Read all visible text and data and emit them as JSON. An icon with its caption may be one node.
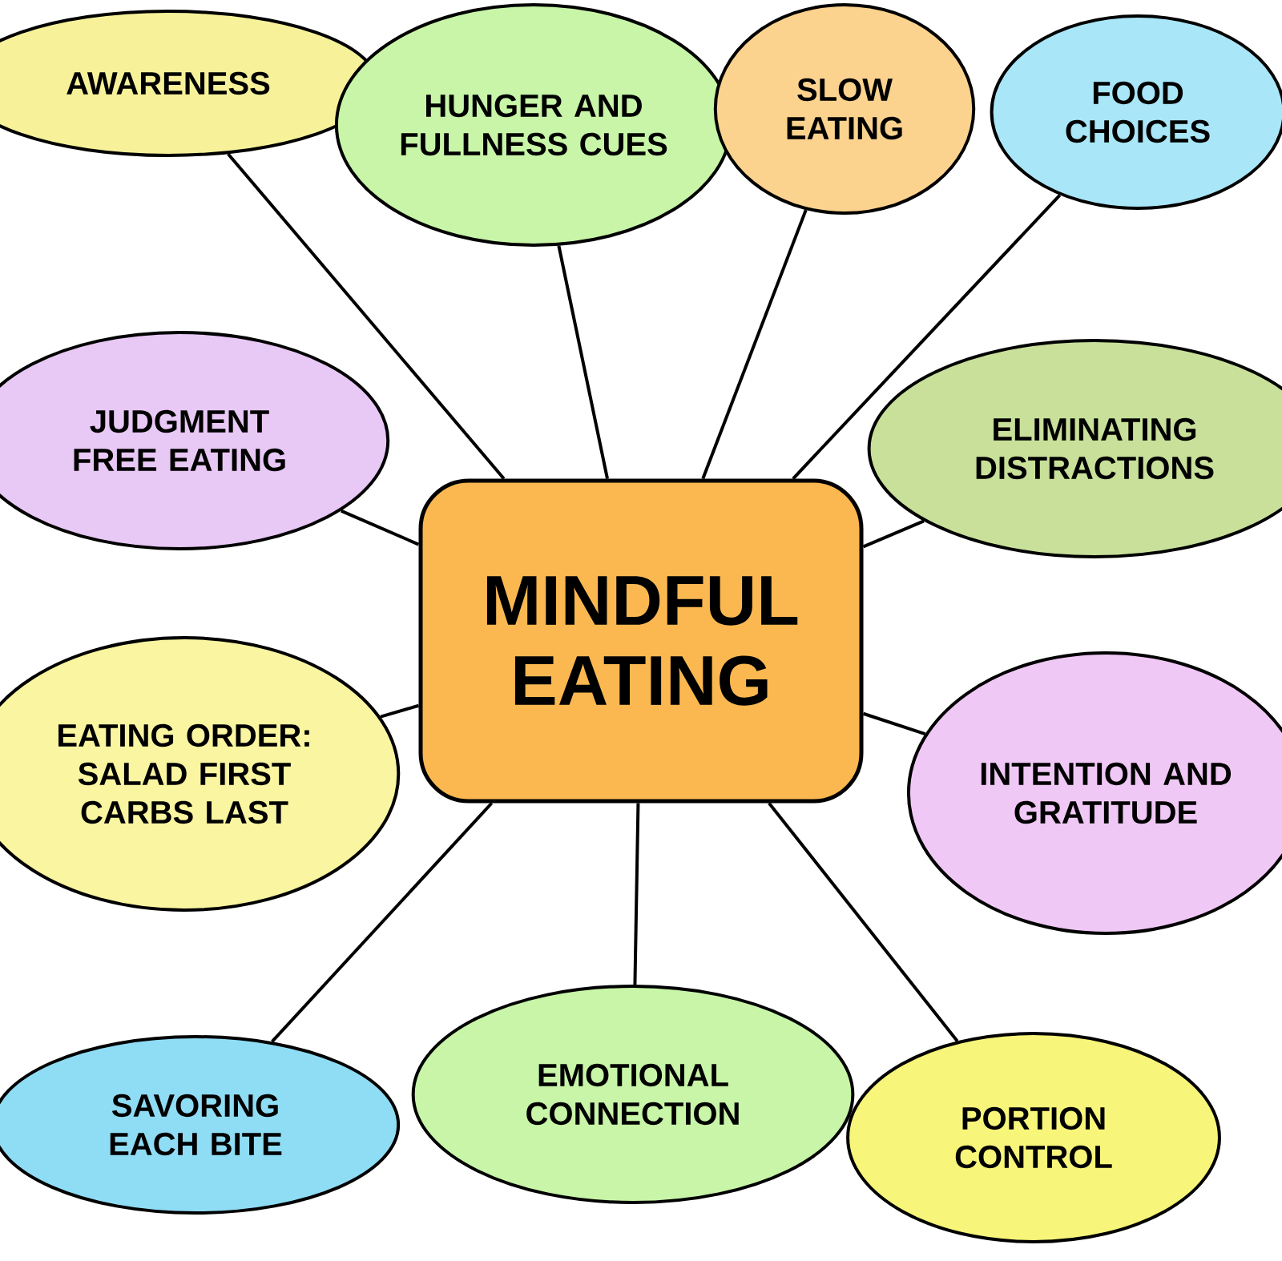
{
  "diagram": {
    "nodes": [
      {
        "text": [
          "MINDFUL EATING"
        ]
      },
      {
        "text": [
          "AWARENESS"
        ]
      },
      {
        "text": [
          "HUNGER AND FULLNESS CUES"
        ]
      },
      {
        "text": [
          "SLOW EATING"
        ]
      },
      {
        "text": [
          "FOOD CHOICES"
        ]
      },
      {
        "text": [
          "JUDGMENT FREE EATING"
        ]
      },
      {
        "text": [
          "ELIMINATING DISTRACTIONS"
        ]
      },
      {
        "text": [
          "EATING ORDER: SALAD FIRST CARBS LAST"
        ]
      },
      {
        "text": [
          "INTENTION AND GRATITUDE"
        ]
      },
      {
        "text": [
          "SAVORING EACH BITE"
        ]
      },
      {
        "text": [
          "EMOTIONAL CONNECTION"
        ]
      },
      {
        "text": [
          "PORTION CONTROL"
        ]
      }
    ],
    "edges": [
      {
        "from": 0,
        "to": 1,
        "arrow": "none"
      },
      {
        "from": 0,
        "to": 2,
        "arrow": "none"
      },
      {
        "from": 0,
        "to": 3,
        "arrow": "none"
      },
      {
        "from": 0,
        "to": 4,
        "arrow": "none"
      },
      {
        "from": 0,
        "to": 5,
        "arrow": "none"
      },
      {
        "from": 0,
        "to": 6,
        "arrow": "none"
      },
      {
        "from": 0,
        "to": 7,
        "arrow": "none"
      },
      {
        "from": 0,
        "to": 8,
        "arrow": "none"
      },
      {
        "from": 0,
        "to": 9,
        "arrow": "none"
      },
      {
        "from": 0,
        "to": 10,
        "arrow": "none"
      },
      {
        "from": 0,
        "to": 11,
        "arrow": "none"
      }
    ]
  }
}
